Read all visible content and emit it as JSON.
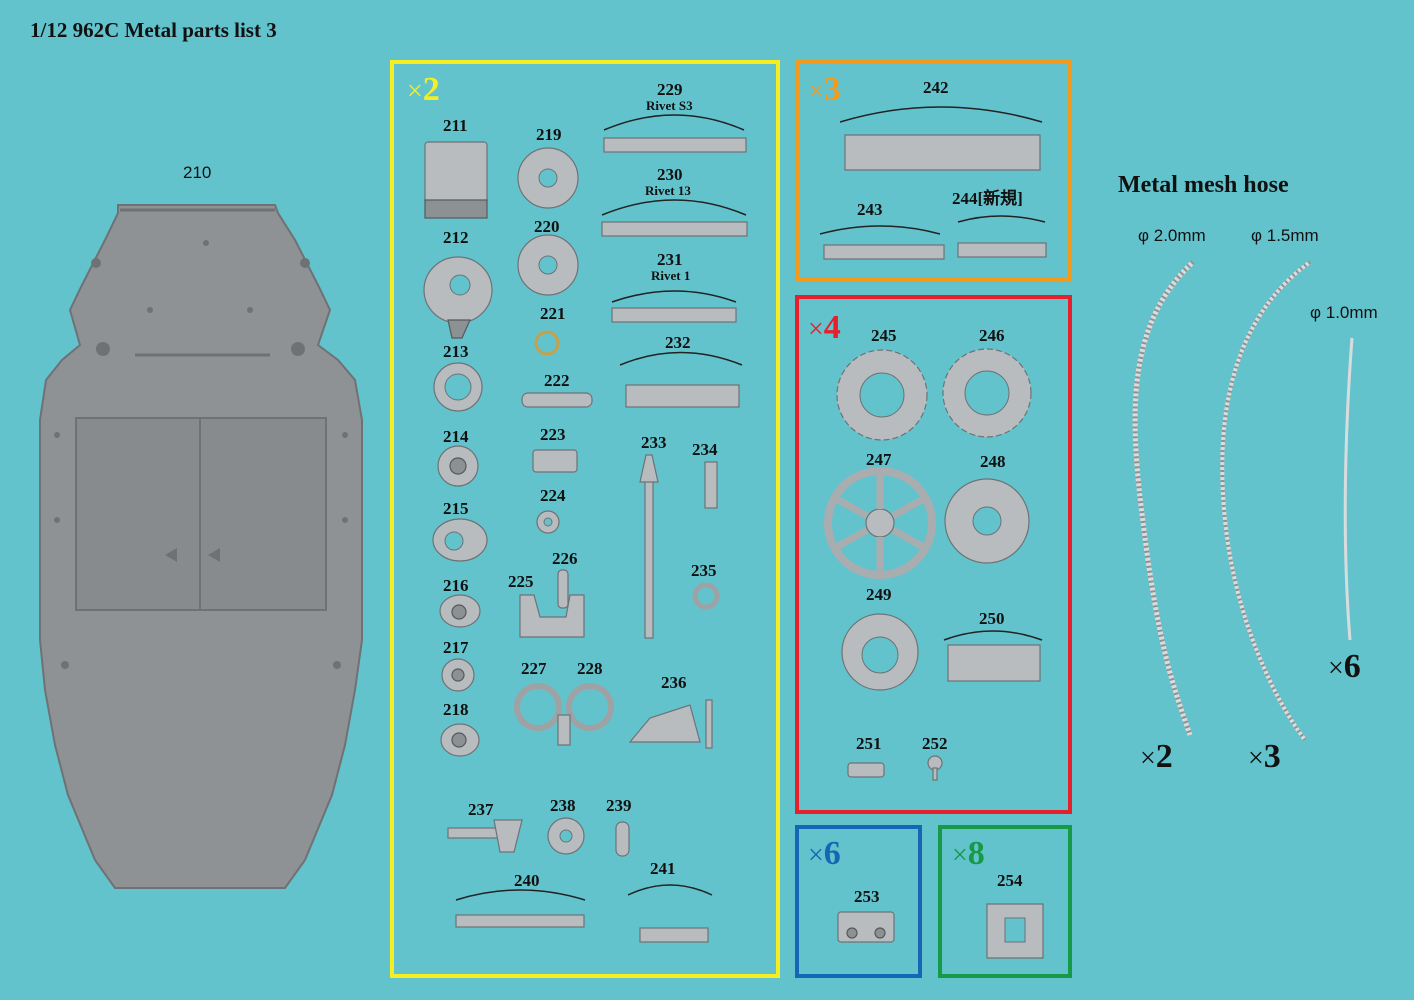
{
  "title": "1/12 962C Metal parts list 3",
  "panel_number": "210",
  "groups": {
    "yellow": {
      "mult": "2",
      "color": "#f4ee23"
    },
    "orange": {
      "mult": "3",
      "color": "#f39a1c"
    },
    "red": {
      "mult": "4",
      "color": "#e3202b"
    },
    "blue": {
      "mult": "6",
      "color": "#1566b4"
    },
    "green": {
      "mult": "8",
      "color": "#179a47"
    }
  },
  "parts": {
    "p211": "211",
    "p212": "212",
    "p213": "213",
    "p214": "214",
    "p215": "215",
    "p216": "216",
    "p217": "217",
    "p218": "218",
    "p219": "219",
    "p220": "220",
    "p221": "221",
    "p222": "222",
    "p223": "223",
    "p224": "224",
    "p225": "225",
    "p226": "226",
    "p227": "227",
    "p228": "228",
    "p229": "229",
    "p230": "230",
    "p231": "231",
    "p232": "232",
    "p233": "233",
    "p234": "234",
    "p235": "235",
    "p236": "236",
    "p237": "237",
    "p238": "238",
    "p239": "239",
    "p240": "240",
    "p241": "241",
    "p242": "242",
    "p243": "243",
    "p244": "244[新規]",
    "p245": "245",
    "p246": "246",
    "p247": "247",
    "p248": "248",
    "p249": "249",
    "p250": "250",
    "p251": "251",
    "p252": "252",
    "p253": "253",
    "p254": "254"
  },
  "rivets": {
    "r229": "Rivet S3",
    "r230": "Rivet 13",
    "r231": "Rivet 1"
  },
  "hose": {
    "heading": "Metal mesh hose",
    "d1": "φ 2.0mm",
    "d2": "φ 1.5mm",
    "d3": "φ 1.0mm",
    "m1": "2",
    "m2": "3",
    "m3": "6"
  },
  "mult_symbol": "×",
  "icons": [
    "undertray-panel",
    "metal-part",
    "mesh-hose"
  ]
}
